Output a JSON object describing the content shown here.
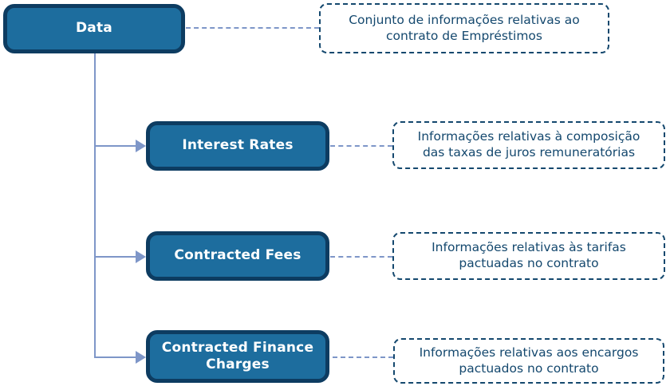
{
  "diagram": {
    "root": {
      "label": "Data",
      "note_line1": "Conjunto de informações relativas ao",
      "note_line2": "contrato de Empréstimos"
    },
    "children": [
      {
        "label": "Interest Rates",
        "note_line1": "Informações relativas à composição",
        "note_line2": "das taxas de juros remuneratórias"
      },
      {
        "label": "Contracted Fees",
        "note_line1": "Informações relativas às tarifas",
        "note_line2": "pactuadas no contrato"
      },
      {
        "label": "Contracted Finance Charges",
        "note_line1": "Informações relativas aos encargos",
        "note_line2": "pactuados no contrato"
      }
    ]
  },
  "colors": {
    "node_fill": "#1d6d9e",
    "node_border": "#0d3c61",
    "node_text": "#ffffff",
    "note_border": "#14486e",
    "note_text": "#14486e",
    "connector": "#7e96c8",
    "background": "#ffffff"
  }
}
